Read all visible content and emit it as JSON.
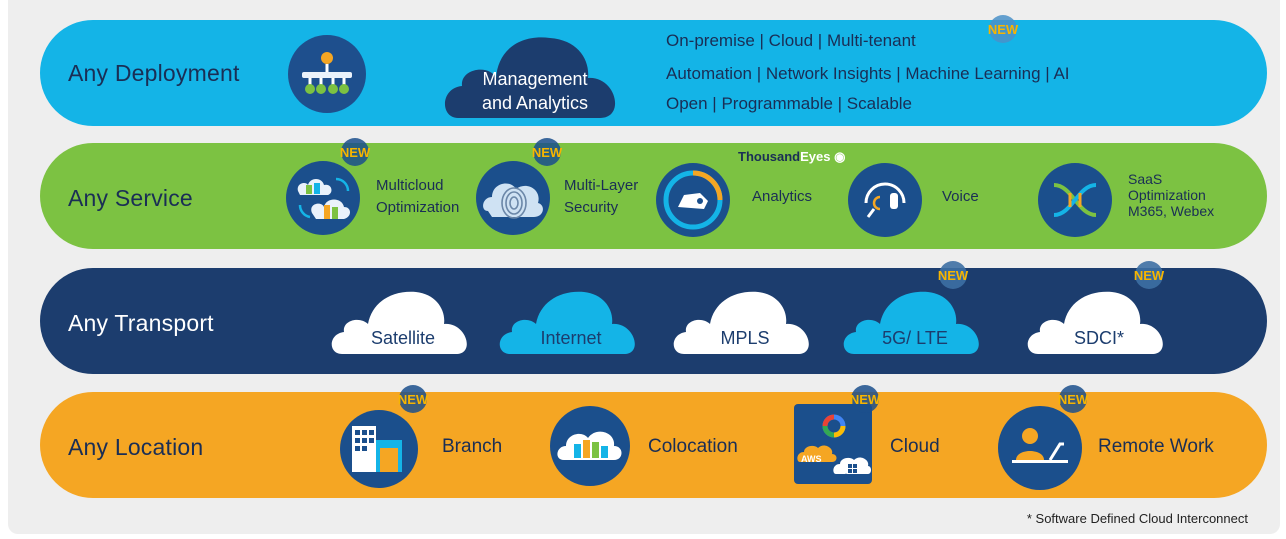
{
  "deployment": {
    "title": "Any Deployment",
    "mgmt_line1": "Management",
    "mgmt_line2": "and Analytics",
    "points": [
      "On-premise | Cloud | Multi-tenant",
      "Automation | Network Insights | Machine Learning | AI",
      "Open | Programmable | Scalable"
    ],
    "new_badge": "NEW"
  },
  "service": {
    "title": "Any Service",
    "brand_a": "Thousand",
    "brand_b": "Eyes",
    "items": [
      {
        "line1": "Multicloud",
        "line2": "Optimization",
        "is_new": true
      },
      {
        "line1": "Multi-Layer",
        "line2": "Security",
        "is_new": true
      },
      {
        "line1": "Analytics"
      },
      {
        "line1": "Voice"
      },
      {
        "line1": "SaaS",
        "line2": "Optimization",
        "line3": "M365, Webex"
      }
    ]
  },
  "transport": {
    "title": "Any Transport",
    "items": [
      "Satellite",
      "Internet",
      "MPLS",
      "5G/ LTE",
      "SDCI*"
    ],
    "new_on": [
      "5G/ LTE",
      "SDCI*"
    ]
  },
  "location": {
    "title": "Any Location",
    "items": [
      "Branch",
      "Colocation",
      "Cloud",
      "Remote Work"
    ],
    "cloud_tiles": [
      "AWS",
      "Azure"
    ]
  },
  "footnote": "* Software Defined Cloud Interconnect",
  "colors": {
    "deployment": "#14b4e7",
    "service": "#7cc242",
    "transport": "#1c3d6e",
    "location": "#f5a623",
    "icon_navy": "#1b4f8c",
    "new_badge": "#f7b500"
  }
}
